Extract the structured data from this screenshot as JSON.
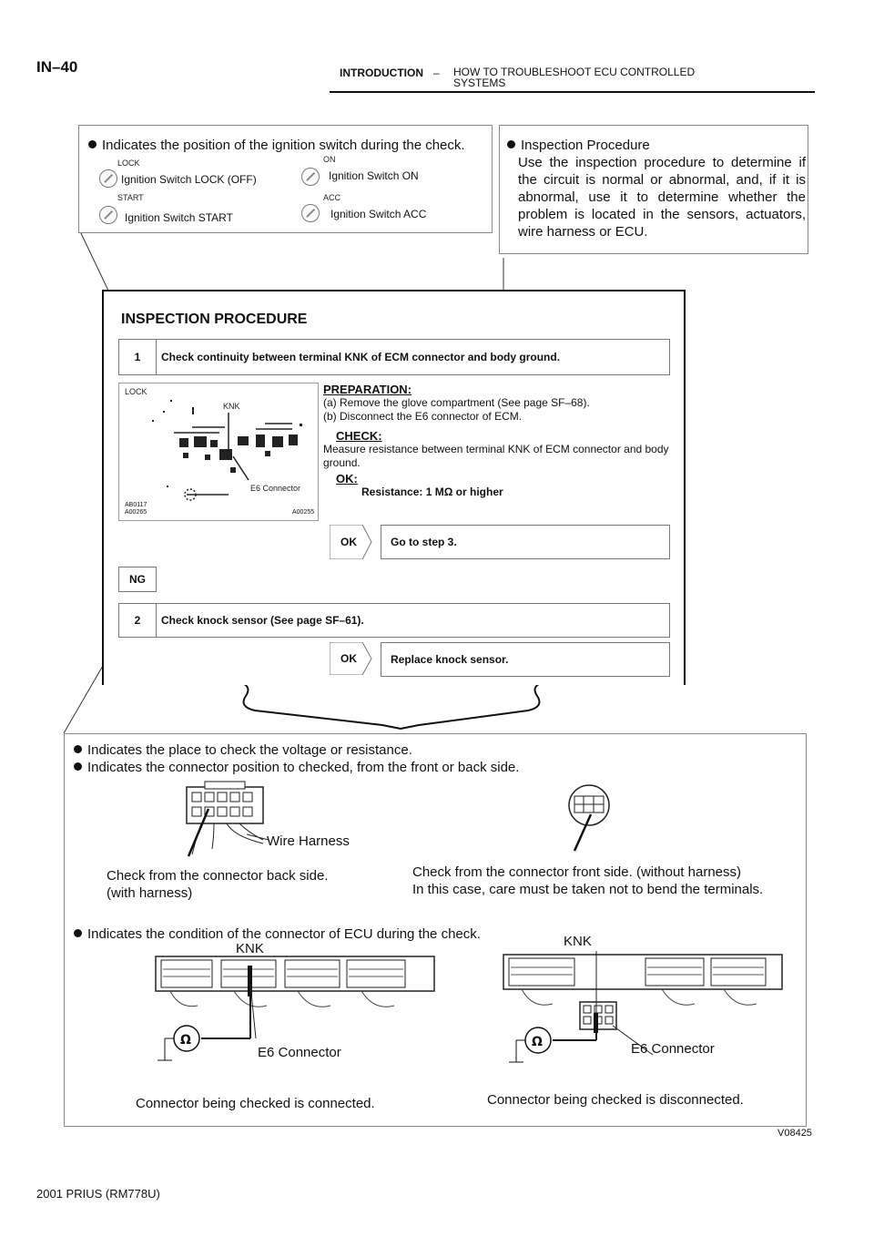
{
  "header": {
    "page_code": "IN–40",
    "section": "INTRODUCTION",
    "dash": "–",
    "title_line1": "HOW TO TROUBLESHOOT ECU CONTROLLED",
    "title_line2": "SYSTEMS"
  },
  "ignition_box": {
    "heading": "Indicates the position of the ignition switch during the check.",
    "lock_tag": "LOCK",
    "lock_label": "Ignition Switch LOCK (OFF)",
    "on_tag": "ON",
    "on_label": "Ignition Switch ON",
    "start_tag": "START",
    "start_label": "Ignition Switch START",
    "acc_tag": "ACC",
    "acc_label": "Ignition Switch ACC"
  },
  "inspection_box": {
    "heading": "Inspection Procedure",
    "body": "Use the inspection procedure to determine if the circuit is normal or abnormal, and, if it is abnormal, use it to determine whether the problem is located in the sensors, actuators, wire harness or ECU."
  },
  "procedure": {
    "title": "INSPECTION PROCEDURE",
    "step1_num": "1",
    "step1_text": "Check continuity between terminal KNK of ECM connector and body ground.",
    "diagram": {
      "lock": "LOCK",
      "knk": "KNK",
      "e6": "E6 Connector",
      "code1": "AB0117",
      "code2": "A00265",
      "code3": "A00255"
    },
    "preparation_label": "PREPARATION:",
    "prep_a": "(a) Remove the glove compartment (See page SF–68).",
    "prep_b": "(b) Disconnect the E6 connector of ECM.",
    "check_label": "CHECK:",
    "check_text": "Measure resistance between terminal KNK of ECM connector and body ground.",
    "ok_label": "OK:",
    "ok_value": "Resistance: 1 MΩ or higher",
    "result1_tag": "OK",
    "result1_text": "Go to step 3.",
    "ng_tag": "NG",
    "step2_num": "2",
    "step2_text": "Check knock sensor (See page SF–61).",
    "result2_tag": "OK",
    "result2_text": "Replace knock sensor."
  },
  "bottom_box": {
    "line1": "Indicates the place to check the voltage or resistance.",
    "line2": "Indicates the connector position to checked, from the front or back side.",
    "wire_harness": "Wire Harness",
    "back_side_1": "Check from the connector back side.",
    "back_side_2": "(with harness)",
    "front_side_1": "Check from the connector front side. (without harness)",
    "front_side_2": "In this case, care must be taken not to bend the terminals.",
    "line3": "Indicates the condition of the connector of ECU during the check.",
    "knk_left": "KNK",
    "knk_right": "KNK",
    "e6_left": "E6 Connector",
    "e6_right": "E6 Connector",
    "connected": "Connector being checked is connected.",
    "disconnected": "Connector being checked is disconnected."
  },
  "figure_code": "V08425",
  "footer": "2001 PRIUS   (RM778U)"
}
